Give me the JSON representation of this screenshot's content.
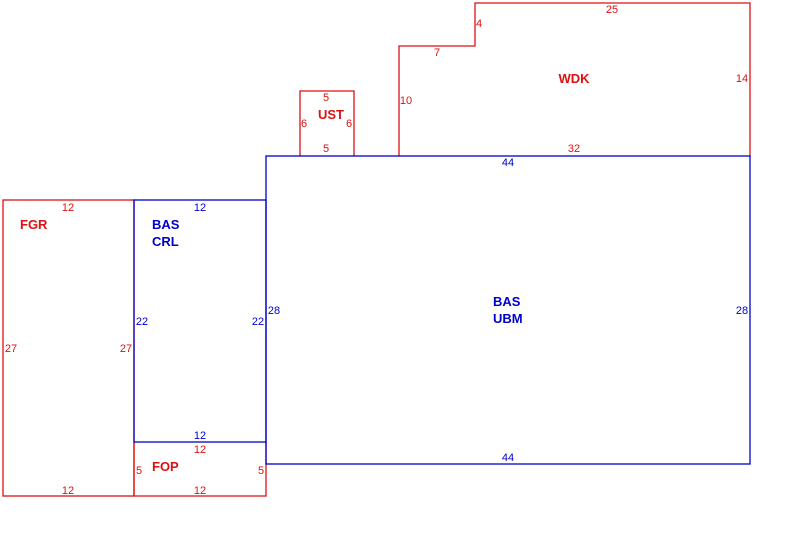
{
  "colors": {
    "existing": "#0000cc",
    "addition": "#dd1111"
  },
  "areas": {
    "wdk": {
      "label": "WDK",
      "dims": {
        "top": "25",
        "step_vertical": "4",
        "step_horizontal": "7",
        "left": "10",
        "right": "14",
        "bottom": "32"
      }
    },
    "ust": {
      "label": "UST",
      "dims": {
        "top": "5",
        "left": "6",
        "right": "6",
        "bottom": "5"
      }
    },
    "bas_ubm": {
      "label_line1": "BAS",
      "label_line2": "UBM",
      "dims": {
        "top": "44",
        "left": "28",
        "right": "28",
        "bottom": "44"
      }
    },
    "bas_crl": {
      "label_line1": "BAS",
      "label_line2": "CRL",
      "dims": {
        "top": "12",
        "left": "22",
        "right": "22",
        "bottom": "12"
      }
    },
    "fgr": {
      "label": "FGR",
      "dims": {
        "top": "12",
        "left": "27",
        "right": "27",
        "bottom": "12"
      }
    },
    "fop": {
      "label": "FOP",
      "dims": {
        "top": "12",
        "left": "5",
        "right": "5",
        "bottom": "12"
      }
    }
  }
}
